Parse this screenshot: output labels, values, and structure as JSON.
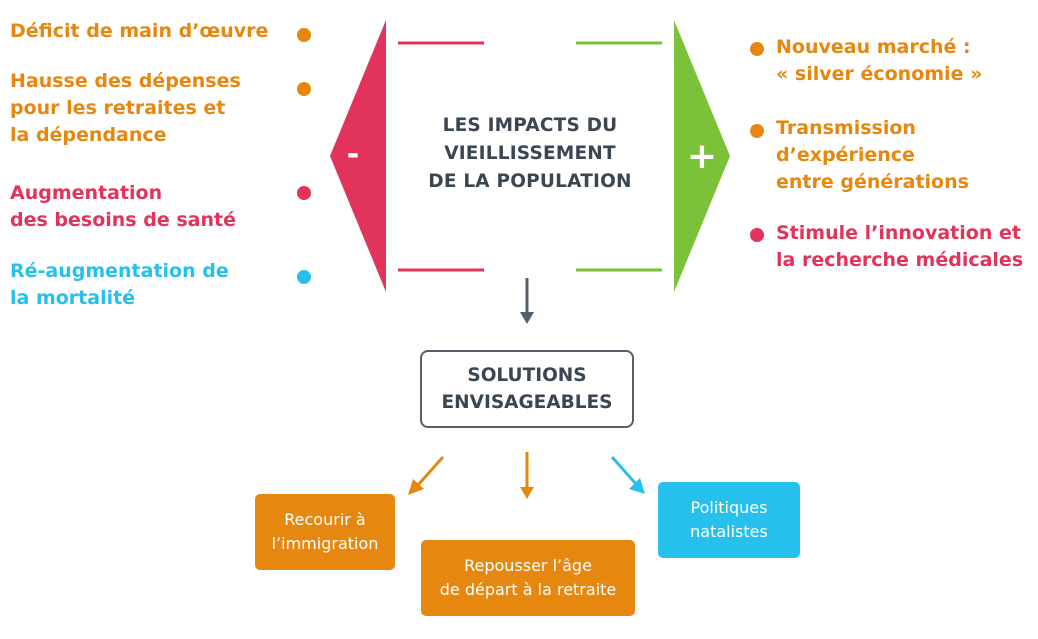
{
  "colors": {
    "orange": "#e6870f",
    "red": "#e2335a",
    "blue": "#27c0ec",
    "green": "#7cc13a",
    "dark": "#3b4653"
  },
  "center_title": "LES IMPACTS DU\nVIEILLISSEMENT\nDE LA POPULATION",
  "negative_sign": "-",
  "positive_sign": "+",
  "negatives": [
    {
      "text": "Déficit de main d’œuvre",
      "color": "orange"
    },
    {
      "text": "Hausse des dépenses\npour les retraites et\nla dépendance",
      "color": "orange"
    },
    {
      "text": "Augmentation\ndes besoins de santé",
      "color": "red"
    },
    {
      "text": "Ré-augmentation de\nla mortalité",
      "color": "blue"
    }
  ],
  "positives": [
    {
      "text": "Nouveau marché :\n« silver économie »",
      "color": "orange"
    },
    {
      "text": "Transmission\nd’expérience\nentre générations",
      "color": "orange"
    },
    {
      "text": "Stimule l’innovation et\nla recherche médicales",
      "color": "red"
    }
  ],
  "solutions_title": "SOLUTIONS\nENVISAGEABLES",
  "solutions": [
    {
      "text": "Recourir à\nl’immigration",
      "color": "orange"
    },
    {
      "text": "Repousser l’âge\nde départ à la retraite",
      "color": "orange"
    },
    {
      "text": "Politiques\nnatalistes",
      "color": "blue"
    }
  ]
}
